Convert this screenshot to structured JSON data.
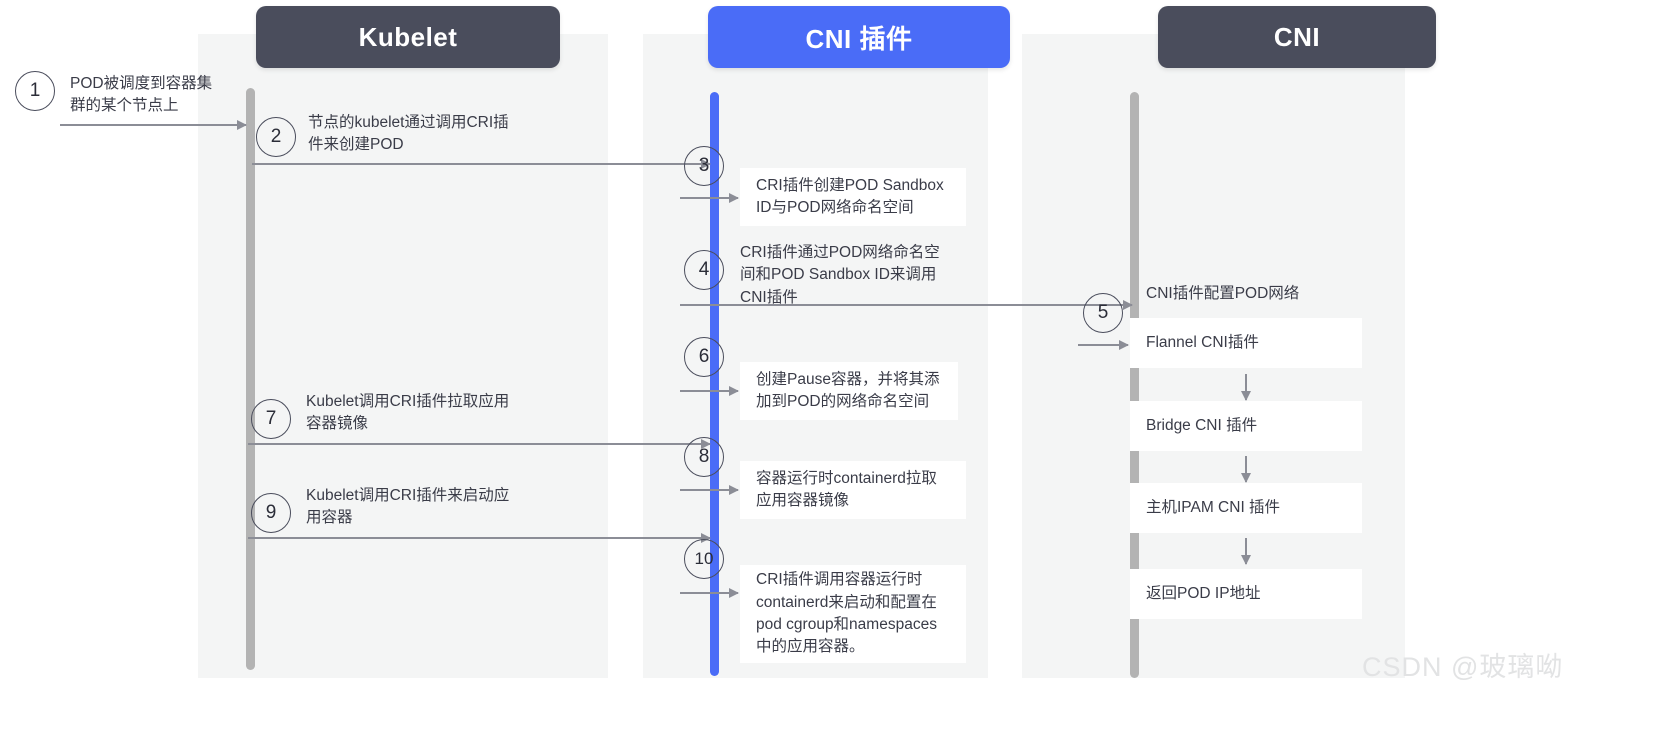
{
  "diagram": {
    "title": "Kubernetes POD 网络创建时序图",
    "colors": {
      "lane_band": "#f4f5f5",
      "header_dark": "#4a4d5c",
      "header_blue": "#4a6cf7",
      "lifeline_grey": "#b3b3b3",
      "lifeline_blue": "#4a6cf7",
      "arrow": "#8b8d96",
      "note_box": "#ffffff",
      "text": "#3a3c48",
      "watermark": "#e2e3e4"
    }
  },
  "participants": [
    {
      "id": "kubelet",
      "label": "Kubelet",
      "style": "dark"
    },
    {
      "id": "cni-plugin",
      "label": "CNI 插件",
      "style": "blue"
    },
    {
      "id": "cni",
      "label": "CNI",
      "style": "dark"
    }
  ],
  "steps": [
    {
      "number": "1",
      "text": "POD被调度到容器集\n群的某个节点上",
      "boxed": false,
      "target": "kubelet"
    },
    {
      "number": "2",
      "text": "节点的kubelet通过调用CRI插\n件来创建POD",
      "boxed": false,
      "target": "cni-plugin"
    },
    {
      "number": "3",
      "text": "CRI插件创建POD Sandbox\nID与POD网络命名空间",
      "boxed": true,
      "target": "self"
    },
    {
      "number": "4",
      "text": "CRI插件通过POD网络命名空\n间和POD Sandbox ID来调用\nCNI插件",
      "boxed": false,
      "target": "cni"
    },
    {
      "number": "5",
      "text": "CNI插件配置POD网络",
      "boxed": false,
      "target": "self"
    },
    {
      "number": "6",
      "text": "创建Pause容器，并将其添\n加到POD的网络命名空间",
      "boxed": true,
      "target": "self"
    },
    {
      "number": "7",
      "text": "Kubelet调用CRI插件拉取应用\n容器镜像",
      "boxed": false,
      "target": "cni-plugin"
    },
    {
      "number": "8",
      "text": "容器运行时containerd拉取\n应用容器镜像",
      "boxed": true,
      "target": "self"
    },
    {
      "number": "9",
      "text": "Kubelet调用CRI插件来启动应\n用容器",
      "boxed": false,
      "target": "cni-plugin"
    },
    {
      "number": "10",
      "text": "CRI插件调用容器运行时\ncontainerd来启动和配置在\npod cgroup和namespaces\n中的应用容器。",
      "boxed": true,
      "target": "self"
    }
  ],
  "cni_chain": {
    "caption": "CNI插件配置POD网络",
    "nodes": [
      "Flannel CNI插件",
      "Bridge CNI 插件",
      "主机IPAM CNI 插件",
      "返回POD IP地址"
    ]
  },
  "watermark": "CSDN @玻璃呦"
}
